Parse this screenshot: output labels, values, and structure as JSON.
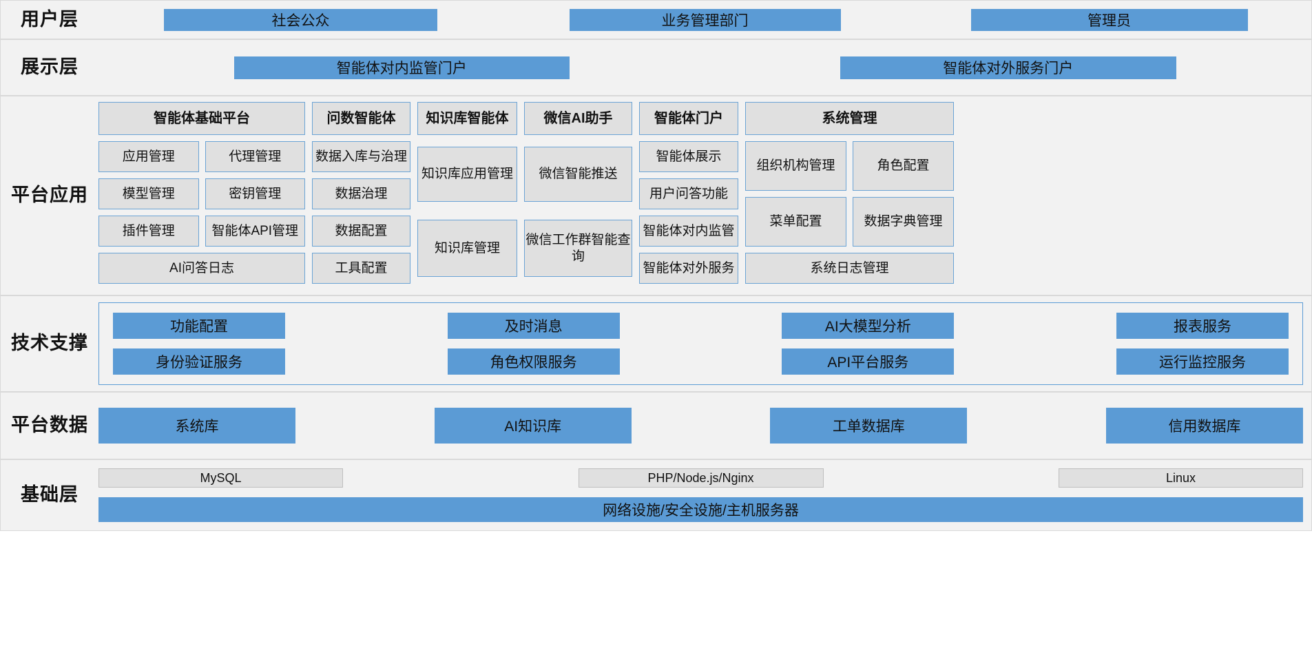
{
  "layers": {
    "user": {
      "label": "用户层",
      "items": [
        "社会公众",
        "业务管理部门",
        "管理员"
      ]
    },
    "presentation": {
      "label": "展示层",
      "items": [
        "智能体对内监管门户",
        "智能体对外服务门户"
      ]
    },
    "platform_apps": {
      "label": "平台\n应用",
      "label_line1": "平台",
      "label_line2": "应用",
      "columns": [
        {
          "head": "智能体基础平台",
          "rows": [
            [
              "应用管理",
              "代理管理"
            ],
            [
              "模型管理",
              "密钥管理"
            ],
            [
              "插件管理",
              "智能体API管理"
            ]
          ],
          "full": [
            "AI问答日志"
          ]
        },
        {
          "head": "问数智能体",
          "cells": [
            "数据入库与治理",
            "数据治理",
            "数据配置",
            "工具配置"
          ]
        },
        {
          "head": "知识库智能体",
          "cells": [
            "知识库应用管理",
            "知识库管理"
          ]
        },
        {
          "head": "微信AI助手",
          "cells": [
            "微信智能推送",
            "微信工作群智能查询"
          ]
        },
        {
          "head": "智能体门户",
          "cells": [
            "智能体展示",
            "用户问答功能",
            "智能体对内监管",
            "智能体对外服务"
          ]
        },
        {
          "head": "系统管理",
          "rows": [
            [
              "组织机构管理",
              "角色配置"
            ],
            [
              "菜单配置",
              "数据字典管理"
            ]
          ],
          "full": [
            "系统日志管理"
          ]
        }
      ]
    },
    "tech_support": {
      "label_line1": "技术",
      "label_line2": "支撑",
      "rows": [
        [
          "功能配置",
          "及时消息",
          "AI大模型分析",
          "报表服务"
        ],
        [
          "身份验证服务",
          "角色权限服务",
          "API平台服务",
          "运行监控服务"
        ]
      ]
    },
    "platform_data": {
      "label_line1": "平台",
      "label_line2": "数据",
      "items": [
        "系统库",
        "AI知识库",
        "工单数据库",
        "信用数据库"
      ]
    },
    "infrastructure": {
      "label": "基础层",
      "top": [
        "MySQL",
        "PHP/Node.js/Nginx",
        "Linux"
      ],
      "bottom": "网络设施/安全设施/主机服务器"
    }
  },
  "colors": {
    "accent_blue": "#5b9bd5",
    "box_grey": "#e0e0e0",
    "panel_grey": "#f2f2f2",
    "border_grey": "#d9d9d9"
  }
}
